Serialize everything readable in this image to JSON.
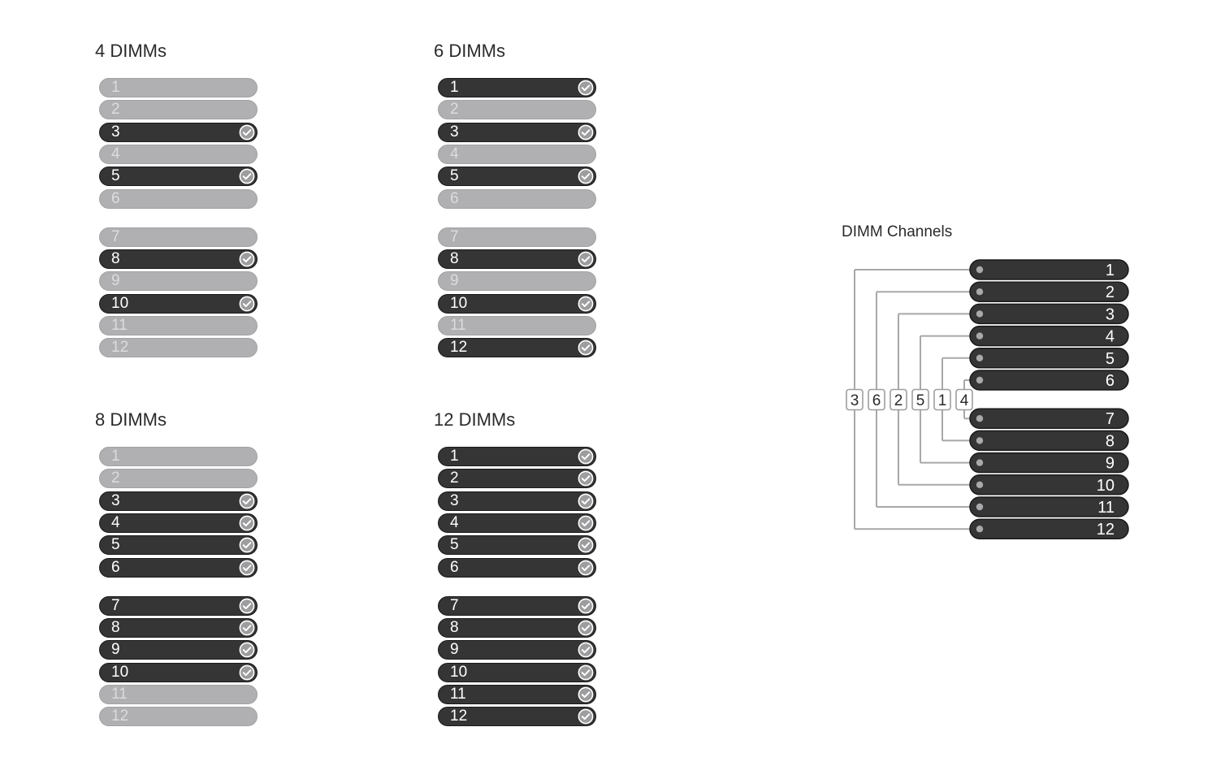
{
  "groups": [
    {
      "title": "4 DIMMs",
      "slots": [
        {
          "label": "1",
          "on": false
        },
        {
          "label": "2",
          "on": false
        },
        {
          "label": "3",
          "on": true
        },
        {
          "label": "4",
          "on": false
        },
        {
          "label": "5",
          "on": true
        },
        {
          "label": "6",
          "on": false
        },
        {
          "label": "7",
          "on": false
        },
        {
          "label": "8",
          "on": true
        },
        {
          "label": "9",
          "on": false
        },
        {
          "label": "10",
          "on": true
        },
        {
          "label": "11",
          "on": false
        },
        {
          "label": "12",
          "on": false
        }
      ]
    },
    {
      "title": "6 DIMMs",
      "slots": [
        {
          "label": "1",
          "on": true
        },
        {
          "label": "2",
          "on": false
        },
        {
          "label": "3",
          "on": true
        },
        {
          "label": "4",
          "on": false
        },
        {
          "label": "5",
          "on": true
        },
        {
          "label": "6",
          "on": false
        },
        {
          "label": "7",
          "on": false
        },
        {
          "label": "8",
          "on": true
        },
        {
          "label": "9",
          "on": false
        },
        {
          "label": "10",
          "on": true
        },
        {
          "label": "11",
          "on": false
        },
        {
          "label": "12",
          "on": true
        }
      ]
    },
    {
      "title": "8 DIMMs",
      "slots": [
        {
          "label": "1",
          "on": false
        },
        {
          "label": "2",
          "on": false
        },
        {
          "label": "3",
          "on": true
        },
        {
          "label": "4",
          "on": true
        },
        {
          "label": "5",
          "on": true
        },
        {
          "label": "6",
          "on": true
        },
        {
          "label": "7",
          "on": true
        },
        {
          "label": "8",
          "on": true
        },
        {
          "label": "9",
          "on": true
        },
        {
          "label": "10",
          "on": true
        },
        {
          "label": "11",
          "on": false
        },
        {
          "label": "12",
          "on": false
        }
      ]
    },
    {
      "title": "12 DIMMs",
      "slots": [
        {
          "label": "1",
          "on": true
        },
        {
          "label": "2",
          "on": true
        },
        {
          "label": "3",
          "on": true
        },
        {
          "label": "4",
          "on": true
        },
        {
          "label": "5",
          "on": true
        },
        {
          "label": "6",
          "on": true
        },
        {
          "label": "7",
          "on": true
        },
        {
          "label": "8",
          "on": true
        },
        {
          "label": "9",
          "on": true
        },
        {
          "label": "10",
          "on": true
        },
        {
          "label": "11",
          "on": true
        },
        {
          "label": "12",
          "on": true
        }
      ]
    }
  ],
  "channels": {
    "title": "DIMM Channels",
    "slots": [
      "1",
      "2",
      "3",
      "4",
      "5",
      "6",
      "7",
      "8",
      "9",
      "10",
      "11",
      "12"
    ],
    "channel_boxes": [
      "3",
      "6",
      "2",
      "5",
      "1",
      "4"
    ],
    "pairs": [
      [
        "1",
        "12"
      ],
      [
        "2",
        "11"
      ],
      [
        "3",
        "10"
      ],
      [
        "4",
        "9"
      ],
      [
        "5",
        "8"
      ],
      [
        "6",
        "7"
      ]
    ]
  },
  "colors": {
    "on": "#353535",
    "off": "#b0afb1",
    "line": "#a8a8a8"
  },
  "icons": {
    "check": "check-circle-icon"
  }
}
